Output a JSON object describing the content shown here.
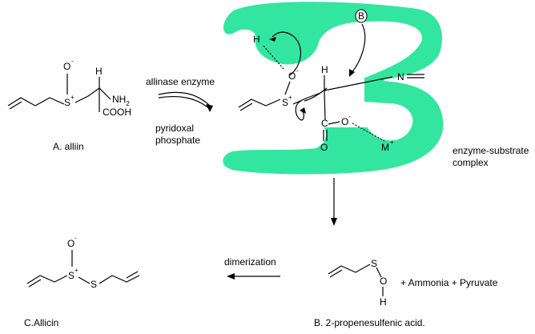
{
  "colors": {
    "enzyme": "#33e6a0",
    "ink": "#000000",
    "background": "#ffffff"
  },
  "labels": {
    "alliin": "A. alliin",
    "allinase": "allinase enzyme",
    "pyridoxal_1": "pyridoxal",
    "pyridoxal_2": "phosphate",
    "complex_1": "enzyme-substrate",
    "complex_2": "complex",
    "dimerization": "dimerization",
    "allicin": "C.Allicin",
    "sulfenic": "B. 2-propenesulfenic acid.",
    "byproducts": "+ Ammonia + Pyruvate"
  },
  "atoms": {
    "O": "O",
    "S": "S",
    "H": "H",
    "NH2": "NH",
    "sub2": "2",
    "COOH": "COOH",
    "N": "N",
    "M": "M",
    "C": "C",
    "B": "B",
    "minus": "-",
    "plus": "+"
  }
}
